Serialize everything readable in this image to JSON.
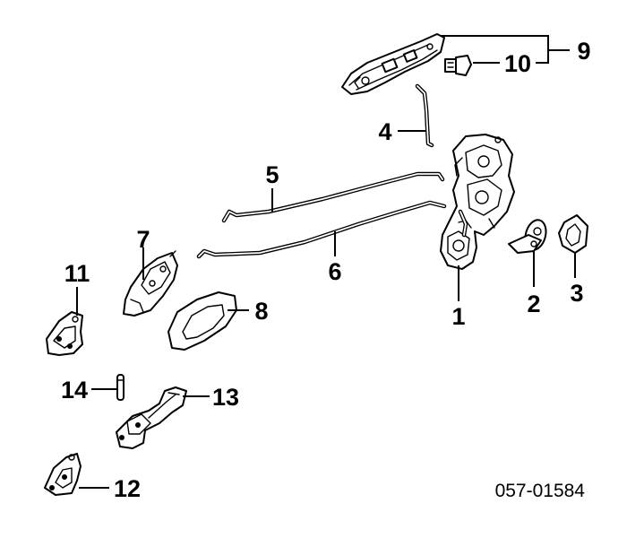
{
  "callouts": {
    "c1": "1",
    "c2": "2",
    "c3": "3",
    "c4": "4",
    "c5": "5",
    "c6": "6",
    "c7": "7",
    "c8": "8",
    "c9": "9",
    "c10": "10",
    "c11": "11",
    "c12": "12",
    "c13": "13",
    "c14": "14"
  },
  "diagram_code": "057-01584"
}
